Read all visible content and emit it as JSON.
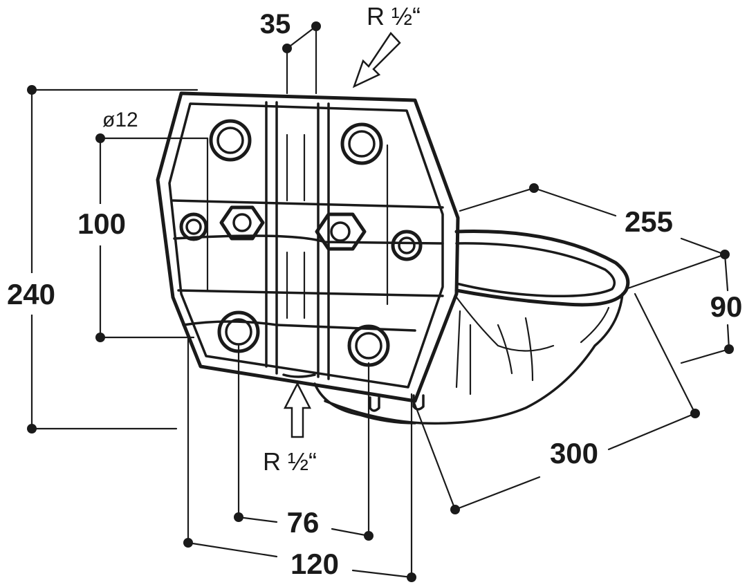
{
  "dimensions": {
    "height_total": "240",
    "hole_spacing_vertical": "100",
    "hole_diameter": "ø12",
    "top_offset": "35",
    "bowl_width": "255",
    "bowl_depth": "90",
    "bowl_length": "300",
    "hole_spacing_inner": "76",
    "hole_spacing_outer": "120"
  },
  "threads": {
    "top": "R ½“",
    "bottom": "R ½“"
  }
}
